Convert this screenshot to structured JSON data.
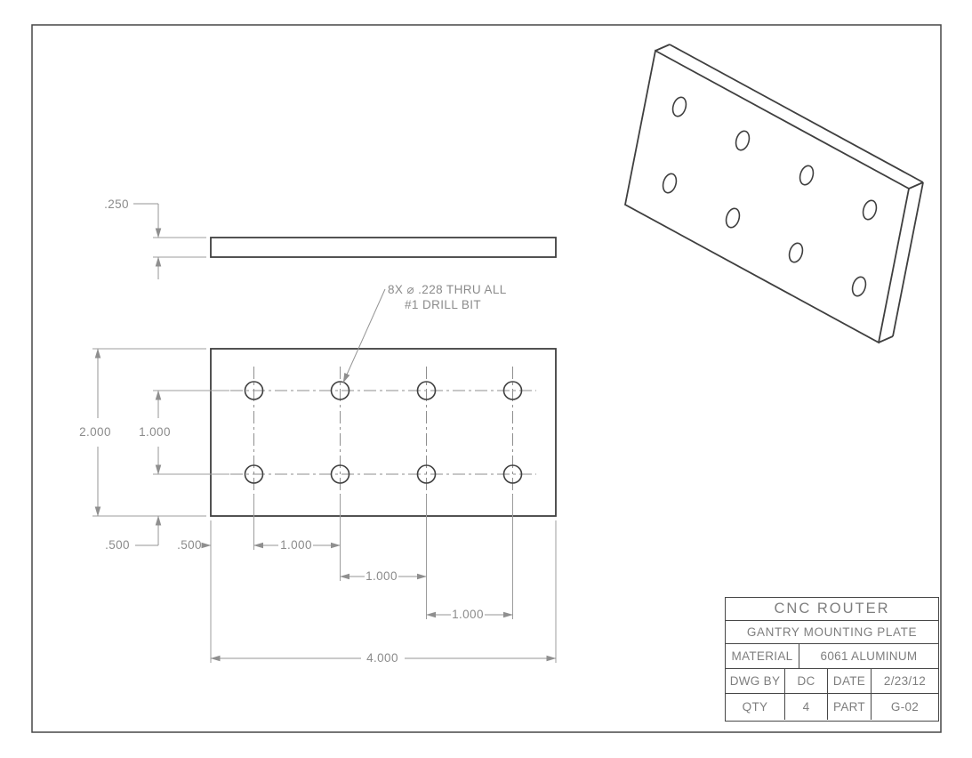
{
  "drawing": {
    "note": {
      "line1": "8X  ⌀ .228 THRU ALL",
      "line2": "#1 DRILL BIT"
    },
    "dims": {
      "thickness": ".250",
      "plate_height": "2.000",
      "row_spacing": "1.000",
      "bottom_edge_offset": ".500",
      "left_edge_offset": ".500",
      "col_spacing_1": "1.000",
      "col_spacing_2": "1.000",
      "col_spacing_3": "1.000",
      "plate_width": "4.000"
    },
    "colors": {
      "edge": "#3f3f3f",
      "dimension": "#8b8b8b",
      "border": "#474747"
    }
  },
  "title_block": {
    "title": "CNC ROUTER",
    "subtitle": "GANTRY MOUNTING PLATE",
    "material_label": "MATERIAL",
    "material_value": "6061 ALUMINUM",
    "dwg_by_label": "DWG BY",
    "dwg_by_value": "DC",
    "date_label": "DATE",
    "date_value": "2/23/12",
    "qty_label": "QTY",
    "qty_value": "4",
    "part_label": "PART",
    "part_value": "G-02"
  }
}
